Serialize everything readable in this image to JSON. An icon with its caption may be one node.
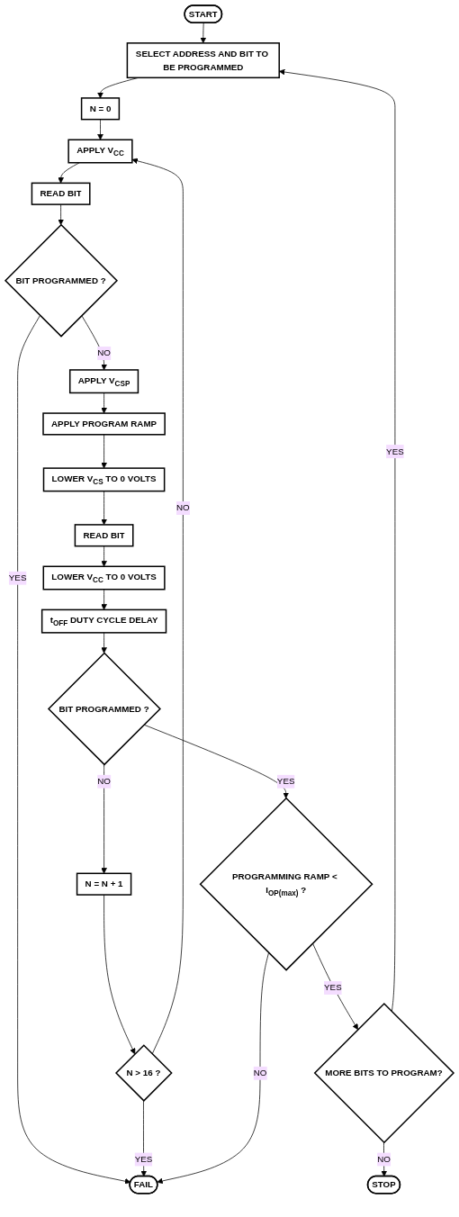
{
  "diagram": {
    "nodes": [
      {
        "text": [
          "START"
        ]
      },
      {
        "text": [
          "SELECT ADDRESS AND BIT TO BE PROGRAMMED"
        ]
      },
      {
        "text": [
          "N = 0"
        ]
      },
      {
        "text": [
          "APPLY V$_{CC}$"
        ]
      },
      {
        "text": [
          "READ BIT"
        ]
      },
      {
        "text": [
          "BIT PROGRAMMED ?"
        ]
      },
      {
        "text": [
          "APPLY V$_{CSP}$"
        ]
      },
      {
        "text": [
          "APPLY PROGRAM RAMP"
        ]
      },
      {
        "text": [
          "LOWER V$_{CS}$ TO 0 VOLTS"
        ]
      },
      {
        "text": [
          "READ BIT"
        ]
      },
      {
        "text": [
          "LOWER V$_{CC}$ TO 0 VOLTS"
        ]
      },
      {
        "text": [
          "t$_{OFF}$ DUTY CYCLE DELAY"
        ]
      },
      {
        "text": [
          "BIT PROGRAMMED ?"
        ]
      },
      {
        "text": [
          "N = N + 1"
        ]
      },
      {
        "text": [
          "N > 16 ?"
        ]
      },
      {
        "text": [
          "PROGRAMMING RAMP < I$_{OP(max)}$ ?"
        ]
      },
      {
        "text": [
          "MORE BITS TO PROGRAM?"
        ]
      },
      {
        "text": [
          "STOP"
        ]
      },
      {
        "text": [
          "FAIL"
        ]
      }
    ],
    "edges": [
      {
        "from": 0,
        "to": 1,
        "arrow": "to"
      },
      {
        "from": 1,
        "to": 2,
        "arrow": "to"
      },
      {
        "from": 2,
        "to": 3,
        "arrow": "to"
      },
      {
        "from": 3,
        "to": 4,
        "arrow": "to"
      },
      {
        "from": 4,
        "to": 5,
        "arrow": "to"
      },
      {
        "from": 5,
        "to": 18,
        "label": "YES",
        "arrow": "to"
      },
      {
        "from": 5,
        "to": 6,
        "label": "NO",
        "arrow": "to"
      },
      {
        "from": 6,
        "to": 7,
        "arrow": "to"
      },
      {
        "from": 7,
        "to": 8,
        "arrow": "to"
      },
      {
        "from": 8,
        "to": 9,
        "arrow": "to"
      },
      {
        "from": 9,
        "to": 10,
        "arrow": "to"
      },
      {
        "from": 10,
        "to": 11,
        "arrow": "to"
      },
      {
        "from": 11,
        "to": 12,
        "arrow": "to"
      },
      {
        "from": 12,
        "to": 13,
        "label": "NO",
        "arrow": "to"
      },
      {
        "from": 13,
        "to": 14,
        "arrow": "to"
      },
      {
        "from": 14,
        "to": 3,
        "label": "NO",
        "arrow": "to"
      },
      {
        "from": 14,
        "to": 18,
        "label": "YES",
        "arrow": "to"
      },
      {
        "from": 12,
        "to": 15,
        "label": "YES",
        "arrow": "to"
      },
      {
        "from": 15,
        "to": 18,
        "label": "NO",
        "arrow": "to"
      },
      {
        "from": 15,
        "to": 16,
        "label": "YES",
        "arrow": "to"
      },
      {
        "from": 16,
        "to": 17,
        "label": "NO",
        "arrow": "to"
      },
      {
        "from": 16,
        "to": 1,
        "label": "YES",
        "arrow": "to"
      }
    ]
  }
}
